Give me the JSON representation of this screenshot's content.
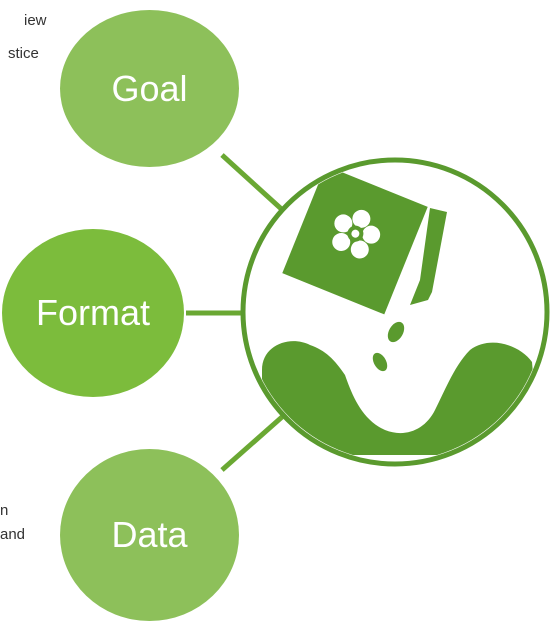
{
  "nodes": {
    "goal": {
      "label": "Goal",
      "color": "#8dc05a"
    },
    "format": {
      "label": "Format",
      "color": "#7cbc3c"
    },
    "data": {
      "label": "Data",
      "color": "#8dc05a"
    }
  },
  "side_text": {
    "top_line1": "iew",
    "top_line2": "stice",
    "bottom_line1": "n",
    "bottom_line2": "and"
  },
  "hub": {
    "icon": "seed-packet-planting-icon",
    "fill": "#5a9a2e",
    "outline": "#5a9a2e"
  },
  "connector_color": "#6aa833"
}
